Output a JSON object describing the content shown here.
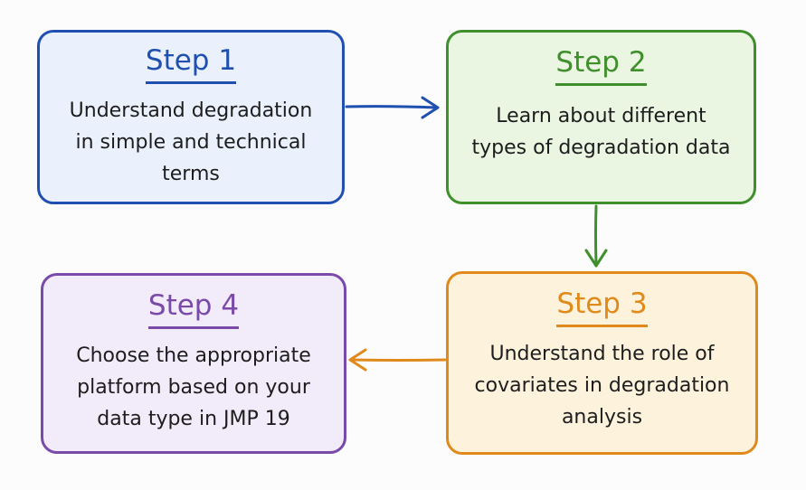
{
  "steps": [
    {
      "title": "Step 1",
      "lines": [
        "Understand degradation",
        "in simple and technical",
        "terms"
      ],
      "color": "#1f4fb0"
    },
    {
      "title": "Step 2",
      "lines": [
        "Learn about different",
        "types of degradation data"
      ],
      "color": "#3f8f2c"
    },
    {
      "title": "Step 3",
      "lines": [
        "Understand the role of",
        "covariates in degradation",
        "analysis"
      ],
      "color": "#e08a1c"
    },
    {
      "title": "Step 4",
      "lines": [
        "Choose the appropriate",
        "platform based on your",
        "data type in JMP 19"
      ],
      "color": "#7a4aa8"
    }
  ]
}
